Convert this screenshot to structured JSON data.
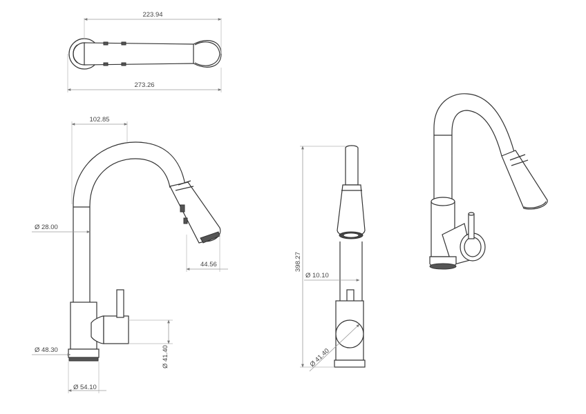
{
  "dimensions": {
    "top_span": "223.94",
    "top_overall": "273.26",
    "reach": "102.85",
    "neck_dia": "Ø 28.00",
    "spray_len": "44.56",
    "body_dia": "Ø 48.30",
    "handle_dia": "Ø 41.40",
    "base_dia": "Ø 54.10",
    "height": "398.27",
    "inner_dia": "Ø 10.10",
    "front_handle_dia": "Ø 41.40"
  },
  "colors": {
    "line": "#333333",
    "dimension": "#9a9a9a"
  }
}
